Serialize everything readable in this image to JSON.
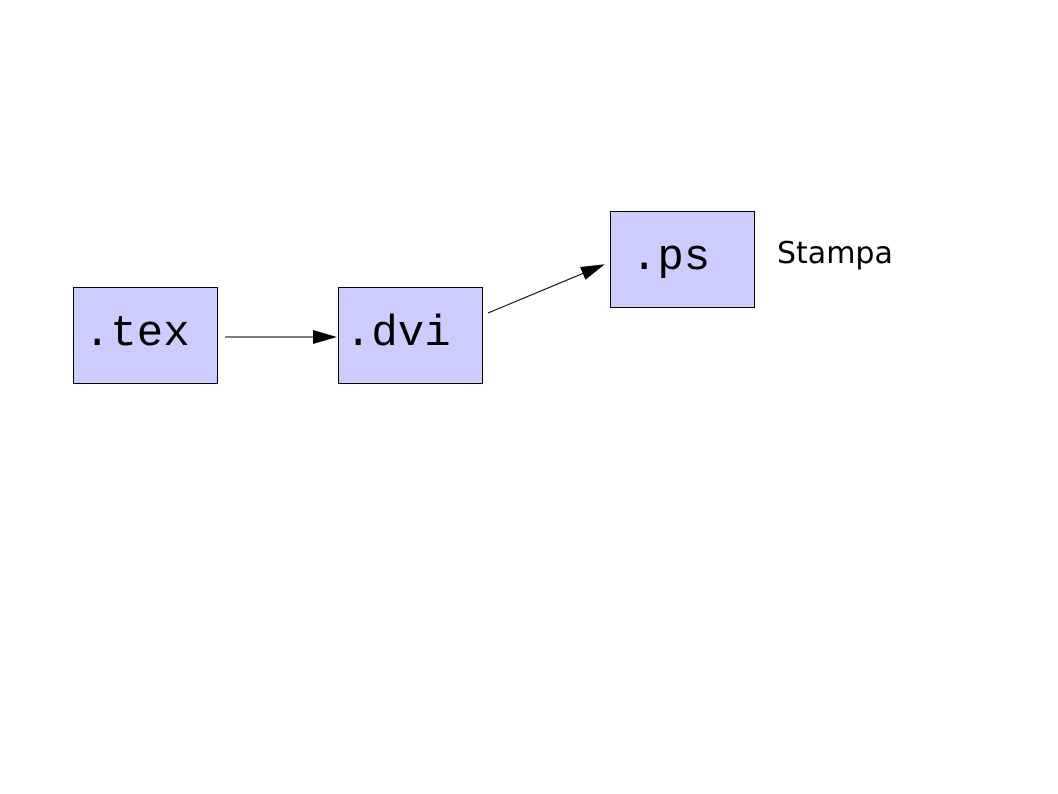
{
  "diagram": {
    "nodes": [
      {
        "id": "tex",
        "label": ".tex"
      },
      {
        "id": "dvi",
        "label": ".dvi"
      },
      {
        "id": "ps",
        "label": ".ps"
      }
    ],
    "edges": [
      {
        "from": "tex",
        "to": "dvi"
      },
      {
        "from": "dvi",
        "to": "ps"
      }
    ],
    "side_label": "Stampa"
  },
  "colors": {
    "node_fill": "#ccccff",
    "stroke": "#000000",
    "background": "#ffffff"
  }
}
